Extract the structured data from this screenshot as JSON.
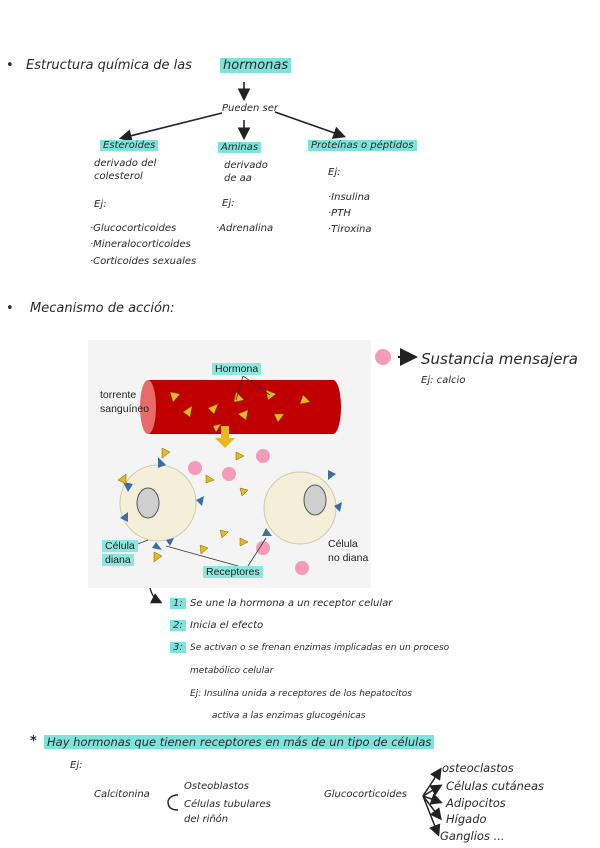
{
  "section1": {
    "bullet": "•",
    "title_prefix": "Estructura química de las",
    "title_highlight": "hormonas",
    "pueden_ser": "Pueden ser",
    "columns": [
      {
        "heading": "Esteroides",
        "desc": [
          "derivado del",
          "colesterol"
        ],
        "ej": "Ej:",
        "items": [
          "·Glucocorticoides",
          "·Mineralocorticoides",
          "·Corticoides sexuales"
        ]
      },
      {
        "heading": "Aminas",
        "desc": [
          "derivado",
          "de aa"
        ],
        "ej": "Ej:",
        "items": [
          "·Adrenalina"
        ]
      },
      {
        "heading": "Proteínas o péptidos",
        "desc": [],
        "ej": "Ej:",
        "items": [
          "·Insulina",
          "·PTH",
          "·Tiroxina"
        ]
      }
    ]
  },
  "section2": {
    "bullet": "•",
    "title": "Mecanismo de acción:",
    "figure": {
      "label_torrente": "torrente",
      "label_sanguineo": "sanguíneo",
      "label_hormona": "Hormona",
      "label_celula_diana_1": "Célula",
      "label_celula_diana_2": "diana",
      "label_receptores": "Receptores",
      "label_no_diana_1": "Célula",
      "label_no_diana_2": "no diana"
    },
    "legend_text": "Sustancia mensajera",
    "legend_ej": "Ej: calcio",
    "steps": [
      {
        "num": "1:",
        "text": "Se une la hormona a un receptor celular"
      },
      {
        "num": "2:",
        "text": "Inicia el efecto"
      },
      {
        "num": "3:",
        "text": "Se activan o se frenan enzimas implicadas en un proceso"
      }
    ],
    "step3_cont": "metabólico celular",
    "example_line1": "Ej: Insulina unida a receptores de los hepatocitos",
    "example_line2": "activa a las enzimas glucogénicas"
  },
  "section3": {
    "star": "*",
    "title": "Hay hormonas que tienen receptores en más de un tipo de células",
    "ej": "Ej:",
    "calcitonina": "Calcitonina",
    "calcitonina_targets": [
      "Osteoblastos",
      "Células tubulares",
      "del riñón"
    ],
    "gluco": "Glucocorticoides",
    "gluco_targets": [
      "osteoclastos",
      "Células cutáneas",
      "Adipocitos",
      "Hígado",
      "Ganglios ..."
    ]
  },
  "colors": {
    "highlight": "#7fe3dc",
    "vessel": "#c00000",
    "hormone": "#e8b820",
    "receptor": "#3a6ea5",
    "messenger": "#f59ab8"
  }
}
